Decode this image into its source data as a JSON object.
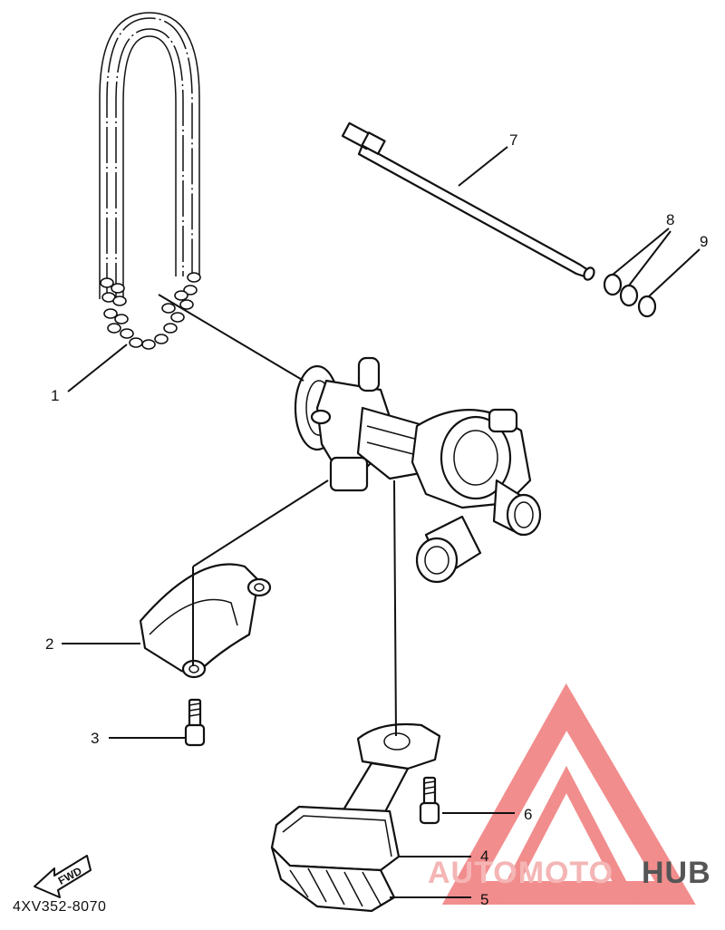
{
  "diagram": {
    "callouts": [
      {
        "id": "1",
        "label": "1"
      },
      {
        "id": "2",
        "label": "2"
      },
      {
        "id": "3",
        "label": "3"
      },
      {
        "id": "4",
        "label": "4"
      },
      {
        "id": "5",
        "label": "5"
      },
      {
        "id": "6",
        "label": "6"
      },
      {
        "id": "7",
        "label": "7"
      },
      {
        "id": "8",
        "label": "8"
      },
      {
        "id": "9",
        "label": "9"
      }
    ],
    "fwd_label": "FWD",
    "drawing_code": "4XV352-8070"
  },
  "watermark": {
    "part_a": "AUTOMOTO",
    "part_b": "HUB",
    "color_a": "#f5b5b5",
    "color_b": "#555555",
    "triangle_color": "#f07a7a"
  }
}
